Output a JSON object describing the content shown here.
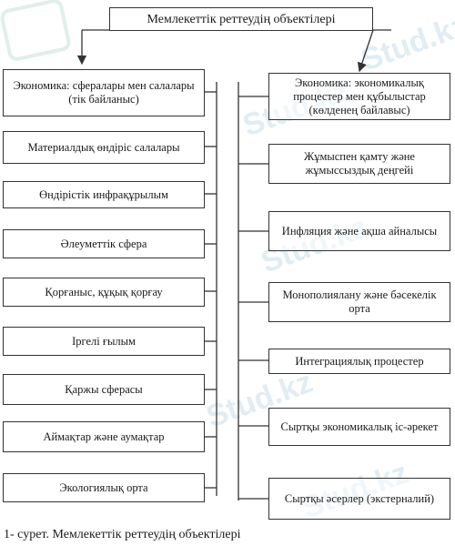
{
  "title": "Мемлекеттік реттеудің объектілері",
  "left_column": [
    "Экономика: сфералары мен салалары (тік байланыс)",
    "Материалдық өндіріс салалары",
    "Өндірістік инфрақұрылым",
    "Әлеуметтік сфера",
    "Қорғаныс, құқық қорғау",
    "Іргелі ғылым",
    "Қаржы сферасы",
    "Аймақтар және аумақтар",
    "Экологиялық орта"
  ],
  "right_column": [
    "Экономика: экономикалық процестер мен құбылыстар (көлденең байлавыс)",
    "Жұмыспен қамту және жұмыссыздық деңгейі",
    "Инфляция және ақша айналысы",
    "Монополиялану және бәсекелік орта",
    "Интеграциялық процестер",
    "Сыртқы экономикалық іс-әрекет",
    "Сыртқы әсерлер (экстерналий)"
  ],
  "caption": "1- сурет. Мемлекеттік реттеудің объектілері",
  "watermark": "Stud.kz",
  "colors": {
    "line": "#333333",
    "watermark": "#78aac8"
  }
}
